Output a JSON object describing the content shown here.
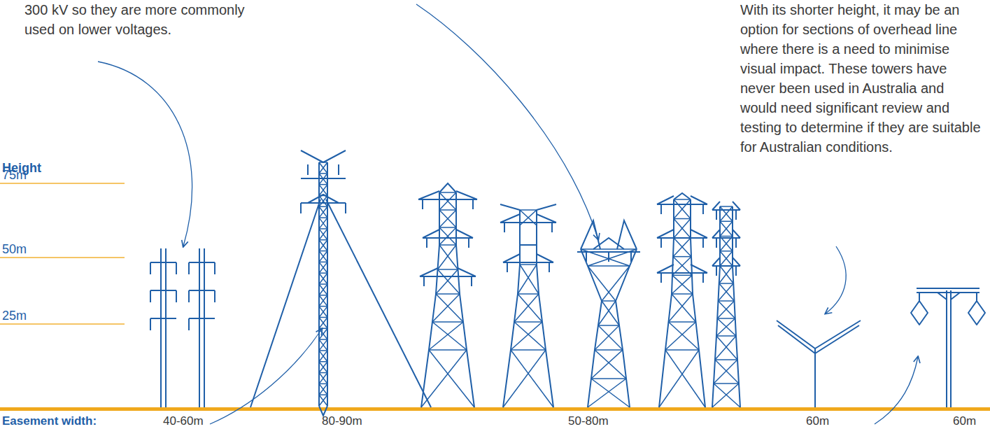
{
  "diagram": {
    "labels": [
      "300 kV so they are more commonly used on lower voltages.",
      "With its shorter height, it may be an option for sections of overhead line where there is a need to minimise visual impact. These towers have never been used in Australia and would need significant review and testing to determine if they are suitable for Australian conditions.",
      "Height",
      "75m",
      "50m",
      "25m",
      "Easement width:",
      "40-60m",
      "80-90m",
      "50-80m",
      "60m",
      "60m"
    ]
  }
}
